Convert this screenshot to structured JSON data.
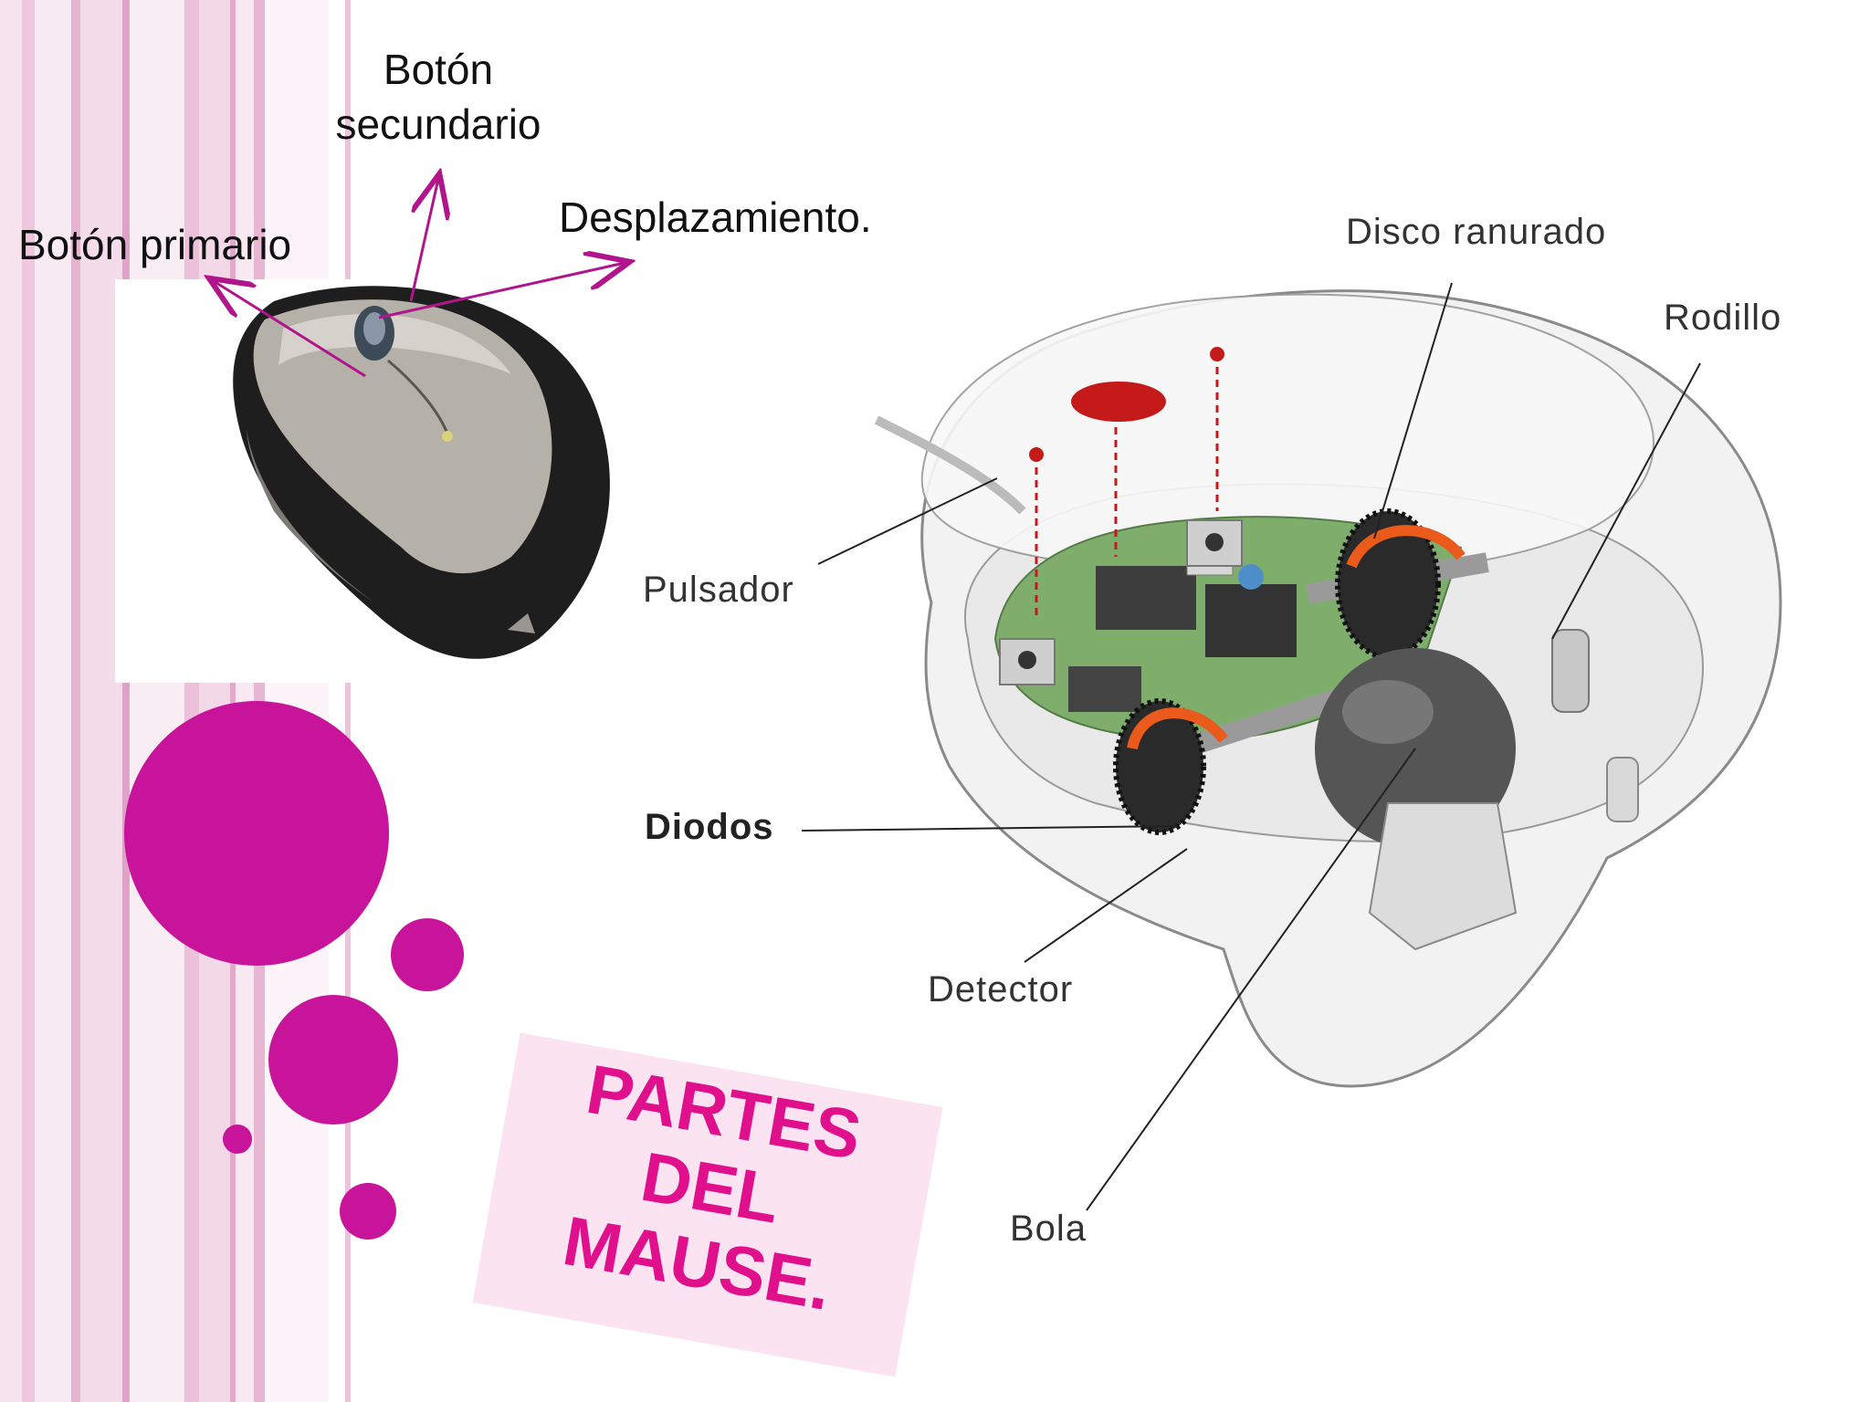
{
  "photo_labels": {
    "secondary_button": [
      "Botón",
      "secundario"
    ],
    "scroll": "Desplazamiento.",
    "primary_button": "Botón primario"
  },
  "diagram_labels": {
    "slotted_disk": "Disco ranurado",
    "roller": "Rodillo",
    "push_button": "Pulsador",
    "diodes": "Diodos",
    "detector": "Detector",
    "ball": "Bola"
  },
  "title": [
    "PARTES",
    "DEL",
    "MAUSE."
  ],
  "colors": {
    "accent_magenta": "#c8149a",
    "title_pink": "#e0108c",
    "title_card": "#fbe3f2",
    "arrow_magenta": "#b0158c",
    "stripe_light": "#f3d8e9",
    "stripe_mid": "#e7b6d3"
  }
}
